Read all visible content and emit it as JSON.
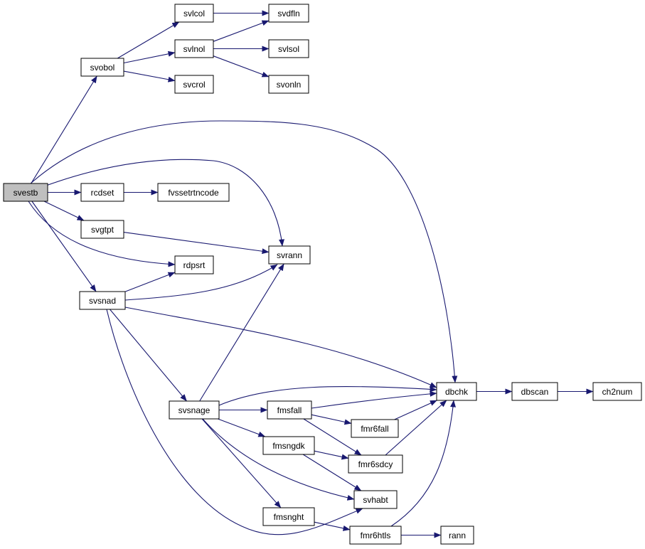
{
  "diagram": {
    "colors": {
      "edge": "#191970",
      "node_border": "#000000",
      "node_fill": "#ffffff",
      "root_fill": "#bfbfbf"
    },
    "nodes": [
      {
        "id": "svestb",
        "label": "svestb",
        "root": true
      },
      {
        "id": "svobol",
        "label": "svobol"
      },
      {
        "id": "svlcol",
        "label": "svlcol"
      },
      {
        "id": "svdfln",
        "label": "svdfln"
      },
      {
        "id": "svlnol",
        "label": "svlnol"
      },
      {
        "id": "svlsol",
        "label": "svlsol"
      },
      {
        "id": "svonln",
        "label": "svonln"
      },
      {
        "id": "svcrol",
        "label": "svcrol"
      },
      {
        "id": "rcdset",
        "label": "rcdset"
      },
      {
        "id": "fvssetrtncode",
        "label": "fvssetrtncode"
      },
      {
        "id": "svgtpt",
        "label": "svgtpt"
      },
      {
        "id": "svrann",
        "label": "svrann"
      },
      {
        "id": "rdpsrt",
        "label": "rdpsrt"
      },
      {
        "id": "svsnad",
        "label": "svsnad"
      },
      {
        "id": "svsnage",
        "label": "svsnage"
      },
      {
        "id": "fmsfall",
        "label": "fmsfall"
      },
      {
        "id": "fmsngdk",
        "label": "fmsngdk"
      },
      {
        "id": "fmsnght",
        "label": "fmsnght"
      },
      {
        "id": "fmr6fall",
        "label": "fmr6fall"
      },
      {
        "id": "fmr6sdcy",
        "label": "fmr6sdcy"
      },
      {
        "id": "svhabt",
        "label": "svhabt"
      },
      {
        "id": "fmr6htls",
        "label": "fmr6htls"
      },
      {
        "id": "rann",
        "label": "rann"
      },
      {
        "id": "dbchk",
        "label": "dbchk"
      },
      {
        "id": "dbscan",
        "label": "dbscan"
      },
      {
        "id": "ch2num",
        "label": "ch2num"
      }
    ],
    "edges": [
      {
        "from": "svestb",
        "to": "svobol"
      },
      {
        "from": "svobol",
        "to": "svlcol"
      },
      {
        "from": "svobol",
        "to": "svlnol"
      },
      {
        "from": "svobol",
        "to": "svcrol"
      },
      {
        "from": "svlcol",
        "to": "svdfln"
      },
      {
        "from": "svlnol",
        "to": "svdfln"
      },
      {
        "from": "svlnol",
        "to": "svlsol"
      },
      {
        "from": "svlnol",
        "to": "svonln"
      },
      {
        "from": "svestb",
        "to": "dbchk"
      },
      {
        "from": "svestb",
        "to": "svrann"
      },
      {
        "from": "svestb",
        "to": "rcdset"
      },
      {
        "from": "rcdset",
        "to": "fvssetrtncode"
      },
      {
        "from": "svestb",
        "to": "svgtpt"
      },
      {
        "from": "svgtpt",
        "to": "svrann"
      },
      {
        "from": "svestb",
        "to": "rdpsrt"
      },
      {
        "from": "svestb",
        "to": "svsnad"
      },
      {
        "from": "svsnad",
        "to": "rdpsrt"
      },
      {
        "from": "svsnad",
        "to": "svrann"
      },
      {
        "from": "svsnad",
        "to": "dbchk"
      },
      {
        "from": "svsnad",
        "to": "svsnage"
      },
      {
        "from": "svsnad",
        "to": "svhabt"
      },
      {
        "from": "svsnage",
        "to": "svrann"
      },
      {
        "from": "svsnage",
        "to": "dbchk"
      },
      {
        "from": "svsnage",
        "to": "fmsfall"
      },
      {
        "from": "svsnage",
        "to": "fmsngdk"
      },
      {
        "from": "svsnage",
        "to": "svhabt"
      },
      {
        "from": "svsnage",
        "to": "fmsnght"
      },
      {
        "from": "fmsfall",
        "to": "dbchk"
      },
      {
        "from": "fmsfall",
        "to": "fmr6fall"
      },
      {
        "from": "fmsfall",
        "to": "fmr6sdcy"
      },
      {
        "from": "fmr6fall",
        "to": "dbchk"
      },
      {
        "from": "fmsngdk",
        "to": "fmr6sdcy"
      },
      {
        "from": "fmsngdk",
        "to": "svhabt"
      },
      {
        "from": "fmr6sdcy",
        "to": "dbchk"
      },
      {
        "from": "fmsnght",
        "to": "fmr6htls"
      },
      {
        "from": "fmr6htls",
        "to": "dbchk"
      },
      {
        "from": "fmr6htls",
        "to": "rann"
      },
      {
        "from": "dbchk",
        "to": "dbscan"
      },
      {
        "from": "dbscan",
        "to": "ch2num"
      }
    ]
  }
}
